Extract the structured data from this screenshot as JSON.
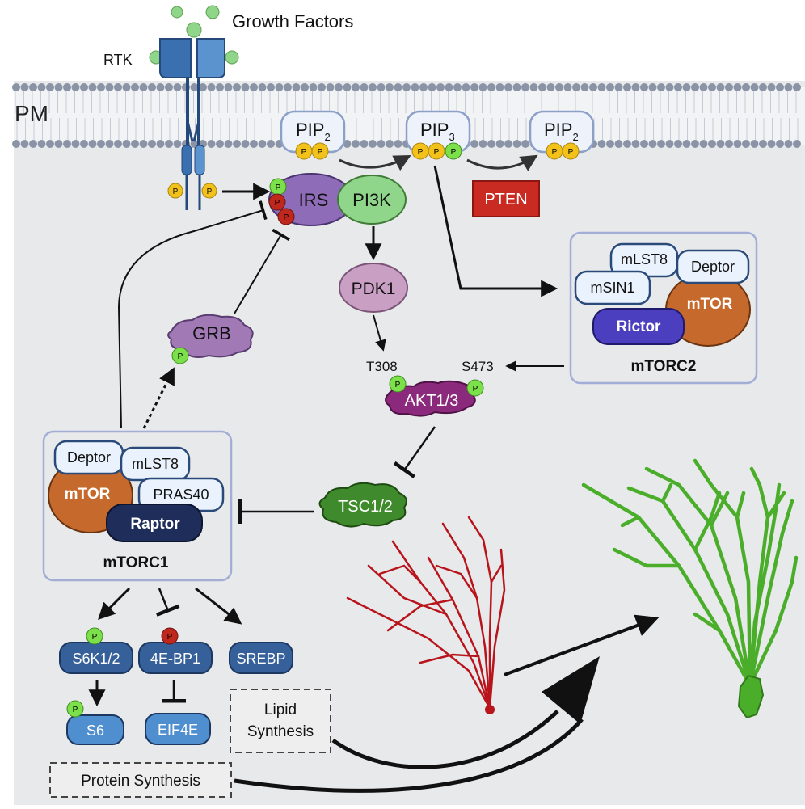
{
  "labels": {
    "growth_factors": "Growth Factors",
    "rtk": "RTK",
    "pm": "PM",
    "pip2_left": "PIP",
    "pip2_left_sub": "2",
    "pip3": "PIP",
    "pip3_sub": "3",
    "pip2_right": "PIP",
    "pip2_right_sub": "2",
    "pten": "PTEN",
    "irs": "IRS",
    "pi3k": "PI3K",
    "pdk1": "PDK1",
    "grb": "GRB",
    "t308": "T308",
    "s473": "S473",
    "akt": "AKT1/3",
    "tsc": "TSC1/2",
    "phospho": "P"
  },
  "mtorc2": {
    "title": "mTORC2",
    "mlst8": "mLST8",
    "deptor": "Deptor",
    "msin1": "mSIN1",
    "mtor": "mTOR",
    "rictor": "Rictor"
  },
  "mtorc1": {
    "title": "mTORC1",
    "deptor": "Deptor",
    "mlst8": "mLST8",
    "mtor": "mTOR",
    "pras40": "PRAS40",
    "raptor": "Raptor"
  },
  "outputs": {
    "s6k": "S6K1/2",
    "ebp1": "4E-BP1",
    "srebp": "SREBP",
    "s6": "S6",
    "eif4e": "EIF4E",
    "lipid_synthesis_1": "Lipid",
    "lipid_synthesis_2": "Synthesis",
    "protein_synthesis": "Protein Synthesis"
  },
  "colors": {
    "cytoplasm": "#e8e9eb",
    "membrane_head": "#8a94a6",
    "rtk": "#3a6fb0",
    "phospho_yellow": "#f2c21b",
    "phospho_green": "#7be04a",
    "phospho_red": "#c0271d",
    "pip_fill": "#eef3fb",
    "pip_stroke": "#8ca0c8",
    "pten": "#c92a22",
    "irs": "#8e6cb8",
    "pi3k": "#8fd68a",
    "pdk1": "#c9a0c4",
    "grb": "#a079b5",
    "akt": "#8b2a7c",
    "tsc": "#3f8a2c",
    "mtor": "#c56a2c",
    "rictor": "#4b3fc0",
    "raptor": "#1e2d5a",
    "subunit_fill": "#eaf2fd",
    "subunit_stroke": "#2a4a7a",
    "complex_box": "#a3aed6",
    "output_dark": "#35609a",
    "output_light": "#4f8fd0",
    "neuron_red": "#b8141b",
    "neuron_green": "#4aae2a"
  }
}
